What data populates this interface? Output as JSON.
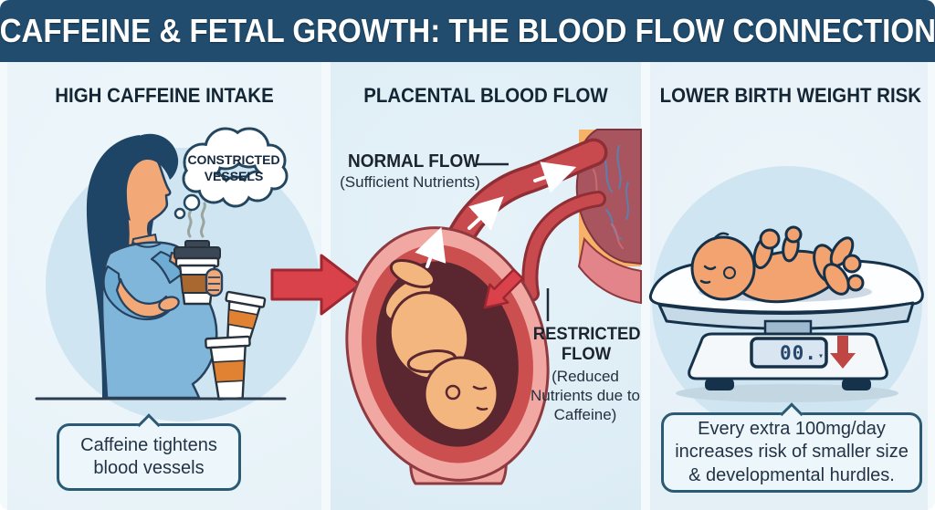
{
  "title": "CAFFEINE & FETAL GROWTH: THE BLOOD FLOW CONNECTION",
  "panels": {
    "high_caffeine": {
      "heading": "HIGH CAFFEINE INTAKE",
      "thought_bubble": "CONSTRICTED VESSELS",
      "caption": "Caffeine tightens blood vessels"
    },
    "placental_flow": {
      "heading": "PLACENTAL BLOOD FLOW",
      "normal_flow": {
        "label": "NORMAL FLOW",
        "sublabel": "(Sufficient Nutrients)"
      },
      "restricted_flow": {
        "label": "RESTRICTED FLOW",
        "sublabel": "(Reduced Nutrients due to Caffeine)"
      }
    },
    "birth_weight": {
      "heading": "LOWER BIRTH WEIGHT RISK",
      "scale_reading": "00.",
      "scale_marker": "▾",
      "caption": "Every extra 100mg/day increases risk of smaller size & developmental hurdles."
    }
  },
  "colors": {
    "header_bg": "#214c6d",
    "panel_left": "#e7f2f8",
    "panel_mid": "#dcecf5",
    "panel_right": "#e4eff6",
    "gutter": "#f4fafc",
    "accent_red": "#d9414b",
    "outline": "#16324a",
    "heading": "#142634",
    "caption_bg": "#edf6fb",
    "caption_border": "#2b5b74",
    "circle": "#cfe5f2"
  }
}
